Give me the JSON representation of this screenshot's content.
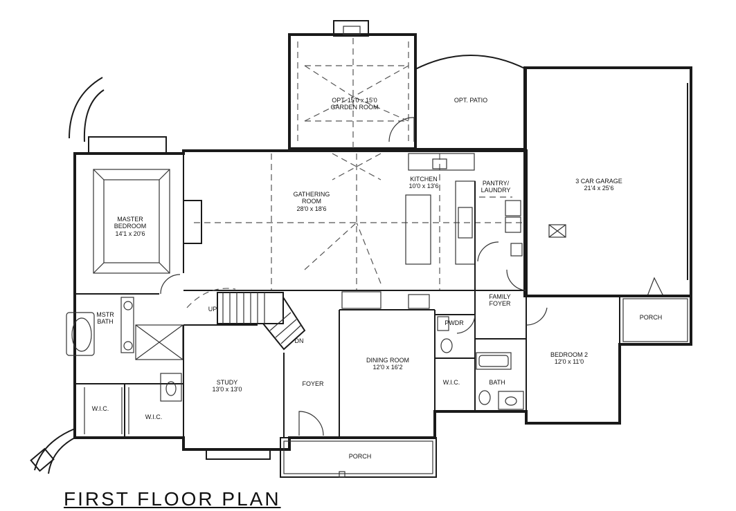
{
  "title": "FIRST FLOOR PLAN",
  "rooms": {
    "garden": [
      "OPT. 15'0 x 15'0",
      "GARDEN ROOM"
    ],
    "patio": [
      "OPT. PATIO"
    ],
    "master": [
      "MASTER",
      "BEDROOM",
      "14'1 x 20'6"
    ],
    "gathering": [
      "GATHERING",
      "ROOM",
      "28'0 x 18'6"
    ],
    "kitchen": [
      "KITCHEN",
      "10'0 x 13'6"
    ],
    "pantry": [
      "PANTRY/",
      "LAUNDRY"
    ],
    "garage": [
      "3 CAR GARAGE",
      "21'4 x 25'6"
    ],
    "mstr_bath": [
      "MSTR",
      "BATH"
    ],
    "family_foyer": [
      "FAMILY",
      "FOYER"
    ],
    "porch_right": [
      "PORCH"
    ],
    "pwdr": [
      "PWDR"
    ],
    "bedroom2": [
      "BEDROOM 2",
      "12'0 x 11'0"
    ],
    "dining": [
      "DINING ROOM",
      "12'0 x 16'2"
    ],
    "study": [
      "STUDY",
      "13'0 x 13'0"
    ],
    "foyer": [
      "FOYER"
    ],
    "wic_center": [
      "W.I.C."
    ],
    "bath": [
      "BATH"
    ],
    "wic_left": [
      "W.I.C."
    ],
    "wic_left2": [
      "W.I.C."
    ],
    "porch_front": [
      "PORCH"
    ],
    "up": [
      "UP"
    ],
    "dn": [
      "DN"
    ]
  }
}
